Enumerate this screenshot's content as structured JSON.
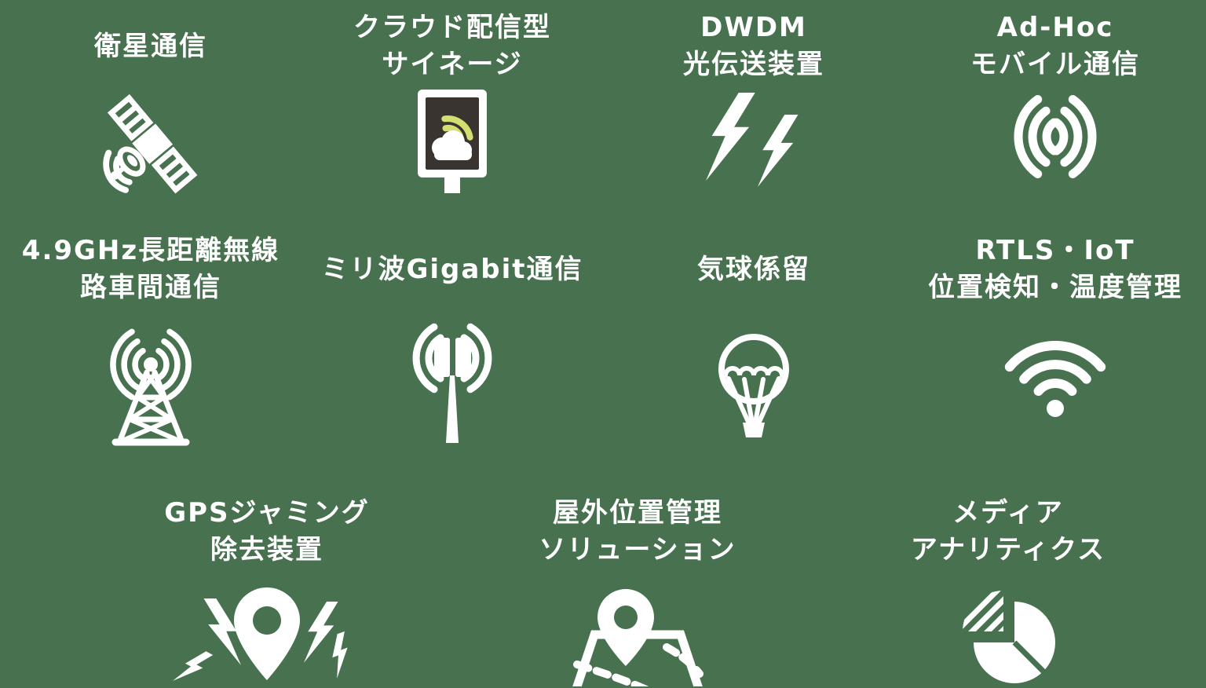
{
  "page": {
    "background_color": "#47714f",
    "text_color": "#ffffff",
    "accent_color": "#d5df71",
    "signage_screen_color": "#3a3430"
  },
  "items": [
    {
      "id": "satellite",
      "icon": "satellite-icon",
      "lines": [
        "衛星通信"
      ]
    },
    {
      "id": "cloud-signage",
      "icon": "signage-icon",
      "lines": [
        "クラウド配信型",
        "サイネージ"
      ]
    },
    {
      "id": "dwdm",
      "icon": "double-lightning-icon",
      "lines": [
        "DWDM",
        "光伝送装置"
      ]
    },
    {
      "id": "adhoc-mobile",
      "icon": "radio-waves-icon",
      "lines": [
        "Ad-Hoc",
        "モバイル通信"
      ]
    },
    {
      "id": "long-range-wireless",
      "icon": "radio-tower-icon",
      "lines": [
        "4.9GHz長距離無線",
        "路車間通信"
      ]
    },
    {
      "id": "mmwave-gigabit",
      "icon": "antenna-icon",
      "lines": [
        "ミリ波Gigabit通信"
      ]
    },
    {
      "id": "balloon-mooring",
      "icon": "balloon-icon",
      "lines": [
        "気球係留"
      ]
    },
    {
      "id": "rtls-iot",
      "icon": "wifi-icon",
      "lines": [
        "RTLS・IoT",
        "位置検知・温度管理"
      ]
    },
    {
      "id": "gps-jamming",
      "icon": "jamming-pin-icon",
      "lines": [
        "GPSジャミング",
        "除去装置"
      ]
    },
    {
      "id": "outdoor-location",
      "icon": "map-pin-map-icon",
      "lines": [
        "屋外位置管理",
        "ソリューション"
      ]
    },
    {
      "id": "media-analytics",
      "icon": "pie-chart-icon",
      "lines": [
        "メディア",
        "アナリティクス"
      ]
    }
  ]
}
